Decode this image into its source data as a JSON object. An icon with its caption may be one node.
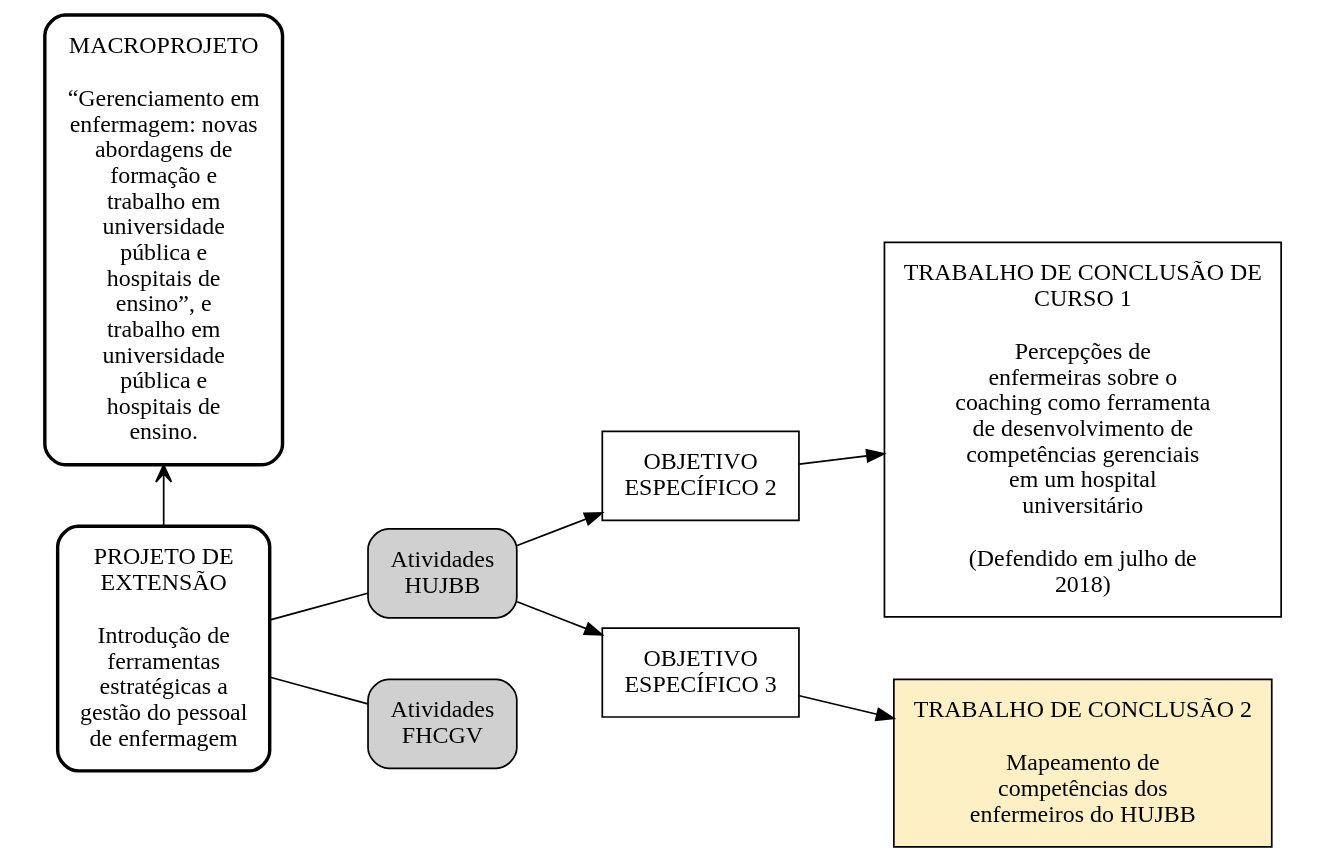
{
  "diagram": {
    "nodes": [
      {
        "text": [
          "MACROPROJETO",
          "“Gerenciamento em enfermagem: novas abordagens de formação e trabalho em universidade pública e hospitais de ensino”, e trabalho em universidade pública e hospitais de ensino."
        ]
      },
      {
        "text": [
          "PROJETO DE EXTENSÃO",
          "Introdução de ferramentas estratégicas a gestão do pessoal de enfermagem"
        ]
      },
      {
        "text": [
          "Atividades HUJBB"
        ]
      },
      {
        "text": [
          "OBJETIVO ESPECÍFICO 2"
        ]
      },
      {
        "text": [
          "TRABALHO DE CONCLUSÃO DE CURSO 1",
          "Percepções de enfermeiras sobre o coaching como ferramenta de desenvolvimento de competências gerenciais em um hospital universitário",
          "(Defendido em julho de 2018)"
        ]
      },
      {
        "text": [
          "OBJETIVO ESPECÍFICO 3"
        ]
      },
      {
        "text": [
          "TRABALHO DE CONCLUSÃO 2",
          "Mapeamento de competências dos enfermeiros do HUJBB"
        ]
      },
      {
        "text": [
          "Atividades FHCGV"
        ]
      }
    ],
    "edges": [
      {
        "from": 1,
        "to": 0,
        "arrow": "to"
      },
      {
        "from": 1,
        "to": 2,
        "arrow": "none"
      },
      {
        "from": 1,
        "to": 7,
        "arrow": "none"
      },
      {
        "from": 2,
        "to": 3,
        "arrow": "to"
      },
      {
        "from": 3,
        "to": 4,
        "arrow": "to"
      },
      {
        "from": 2,
        "to": 5,
        "arrow": "to"
      },
      {
        "from": 5,
        "to": 6,
        "arrow": "to"
      }
    ]
  }
}
